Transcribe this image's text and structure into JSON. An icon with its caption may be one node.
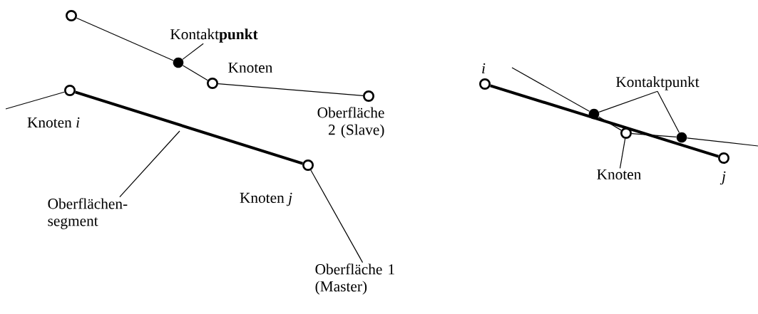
{
  "diagram": {
    "nodes": [
      {
        "text": [],
        "shape": "circle"
      },
      {
        "text": [],
        "shape": "dot"
      },
      {
        "text": [],
        "shape": "circle",
        "beside": [
          "Knoten"
        ]
      },
      {
        "text": [],
        "shape": "circle",
        "beside": [
          "Oberfläche 2 (Slave)"
        ]
      },
      {
        "text": [],
        "shape": "circle",
        "beside": [
          "Knoten *i*"
        ]
      },
      {
        "text": [],
        "shape": "circle",
        "beside": [
          "Knoten *j*"
        ]
      },
      {
        "text": [
          "Kontakt**punkt**"
        ]
      },
      {
        "text": [
          "Oberflächen- segment"
        ]
      },
      {
        "text": [
          "Oberfläche 1 (Master)"
        ]
      },
      {
        "text": [],
        "shape": "circle",
        "beside": [
          "i"
        ]
      },
      {
        "text": [],
        "shape": "dot"
      },
      {
        "text": [],
        "shape": "circle"
      },
      {
        "text": [],
        "shape": "dot"
      },
      {
        "text": [],
        "shape": "circle",
        "beside": [
          "j"
        ]
      },
      {
        "text": [
          "Kontaktpunkt"
        ]
      },
      {
        "text": [
          "Knoten"
        ]
      }
    ],
    "edges": [
      {
        "from": 0,
        "to": 1,
        "arrow": "none"
      },
      {
        "from": 1,
        "to": 2,
        "arrow": "none"
      },
      {
        "from": 2,
        "to": 3,
        "arrow": "none"
      },
      {
        "from": null,
        "to": 4,
        "arrow": "none"
      },
      {
        "from": 4,
        "to": 5,
        "arrow": "none",
        "style": "thick"
      },
      {
        "from": 5,
        "to": 8,
        "arrow": "none"
      },
      {
        "from": 6,
        "to": 1,
        "arrow": "none"
      },
      {
        "from": 7,
        "to": null,
        "arrow": "none"
      },
      {
        "from": 9,
        "to": 13,
        "arrow": "none",
        "style": "thick"
      },
      {
        "from": null,
        "to": 10,
        "arrow": "none"
      },
      {
        "from": 10,
        "to": 11,
        "arrow": "none"
      },
      {
        "from": 11,
        "to": 12,
        "arrow": "none"
      },
      {
        "from": 12,
        "to": null,
        "arrow": "none"
      },
      {
        "from": 14,
        "to": 10,
        "arrow": "none"
      },
      {
        "from": 14,
        "to": 12,
        "arrow": "none"
      },
      {
        "from": 15,
        "to": 11,
        "arrow": "none"
      }
    ]
  }
}
